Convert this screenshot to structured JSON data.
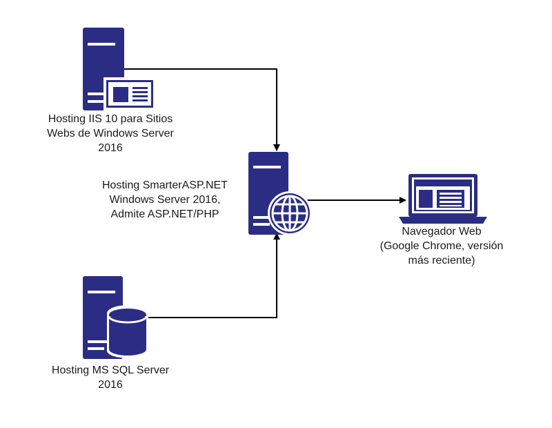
{
  "colors": {
    "icon": "#2b2d84",
    "connector": "#000000",
    "text": "#1a1a1a",
    "background": "#ffffff"
  },
  "nodes": {
    "iis": {
      "icon": "server-web-page-icon",
      "label_lines": [
        "Hosting IIS 10 para Sitios",
        "Webs de Windows Server",
        "2016"
      ]
    },
    "smarterasp": {
      "icon": "server-globe-icon",
      "label_lines": [
        "Hosting SmarterASP.NET",
        "Windows Server 2016,",
        "Admite ASP.NET/PHP"
      ]
    },
    "sql": {
      "icon": "server-database-icon",
      "label_lines": [
        "Hosting MS SQL Server",
        "2016"
      ]
    },
    "browser": {
      "icon": "laptop-browser-icon",
      "label_lines": [
        "Navegador Web",
        "(Google Chrome, versión",
        "más reciente)"
      ]
    }
  },
  "edges": [
    {
      "from": "iis",
      "to": "smarterasp"
    },
    {
      "from": "sql",
      "to": "smarterasp"
    },
    {
      "from": "smarterasp",
      "to": "browser"
    }
  ]
}
